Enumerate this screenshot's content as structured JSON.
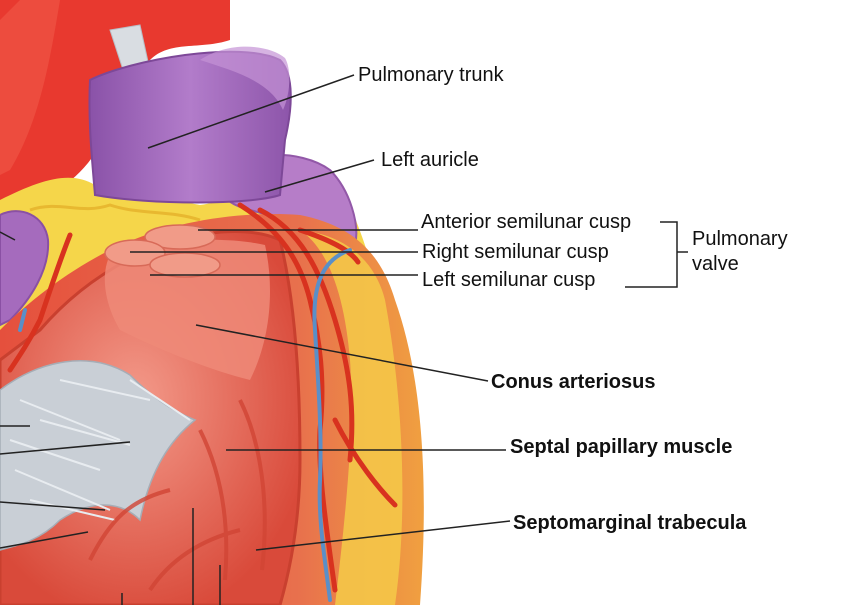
{
  "labels": {
    "pulmonary_trunk": "Pulmonary trunk",
    "left_auricle": "Left auricle",
    "anterior_cusp": "Anterior semilunar cusp",
    "right_cusp": "Right semilunar cusp",
    "left_cusp": "Left semilunar cusp",
    "pulmonary_valve_line1": "Pulmonary",
    "pulmonary_valve_line2": "valve",
    "conus_arteriosus": "Conus arteriosus",
    "septal_papillary": "Septal papillary muscle",
    "septomarginal": "Septomarginal trabecula"
  },
  "colors": {
    "aorta_red": "#e8392f",
    "pulmonary_purple": "#a068b8",
    "fat_yellow": "#f5d64a",
    "myocardium": "#e0503e",
    "ventricle_inner": "#ec8272",
    "vein_blue": "#5a8fc8",
    "chordae_gray": "#c9cfd6"
  }
}
